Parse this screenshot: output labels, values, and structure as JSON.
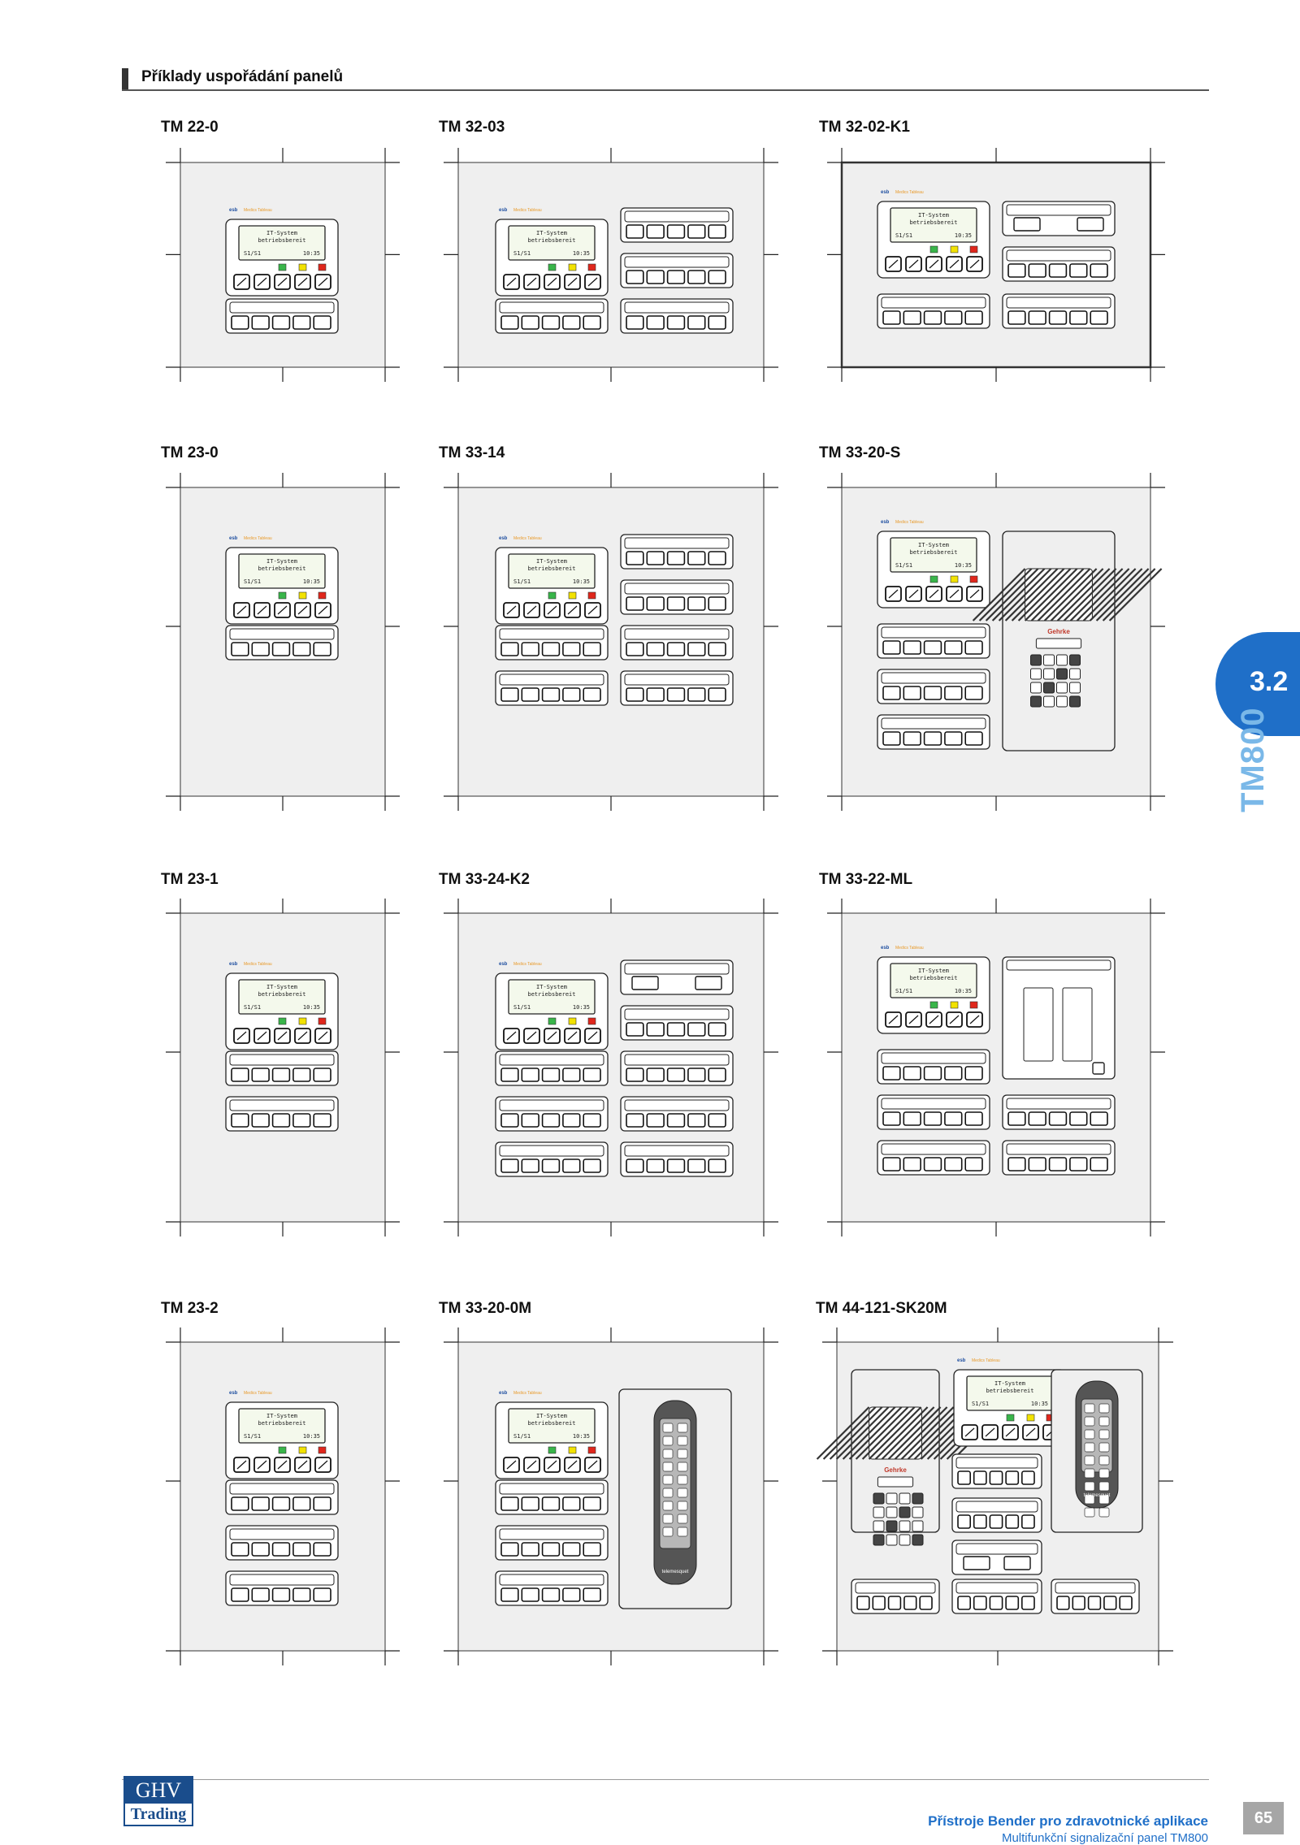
{
  "header": {
    "title": "Příklady uspořádání panelů"
  },
  "panels": [
    {
      "label": "TM 22-0"
    },
    {
      "label": "TM 32-03"
    },
    {
      "label": "TM 32-02-K1"
    },
    {
      "label": "TM 23-0"
    },
    {
      "label": "TM 33-14"
    },
    {
      "label": "TM 33-20-S"
    },
    {
      "label": "TM 23-1"
    },
    {
      "label": "TM 33-24-K2"
    },
    {
      "label": "TM 33-22-ML"
    },
    {
      "label": "TM 23-2"
    },
    {
      "label": "TM 33-20-0M"
    },
    {
      "label": "TM 44-121-SK20M"
    }
  ],
  "device": {
    "brand": "esb",
    "brand_sub": "Medics Tableau",
    "display_line1": "IT-System",
    "display_line2": "betriebsbereit",
    "display_left": "S1/S1",
    "display_right": "10:35",
    "intercom_brand": "Gehrke",
    "handset_brand": "telemesquet"
  },
  "side_tab": {
    "number": "3.2",
    "product": "TM800"
  },
  "footer": {
    "logo_top": "GHV",
    "logo_bottom": "Trading",
    "title": "Přístroje Bender pro zdravotnické aplikace",
    "subtitle": "Multifunkční signalizační panel TM800",
    "page": "65"
  },
  "colors": {
    "accent": "#1f6fc8",
    "panel_bg": "#efefef",
    "led_green": "#39b54a",
    "led_yellow": "#f2e200",
    "led_red": "#e0271c",
    "display_bg": "#f4f9ec"
  }
}
